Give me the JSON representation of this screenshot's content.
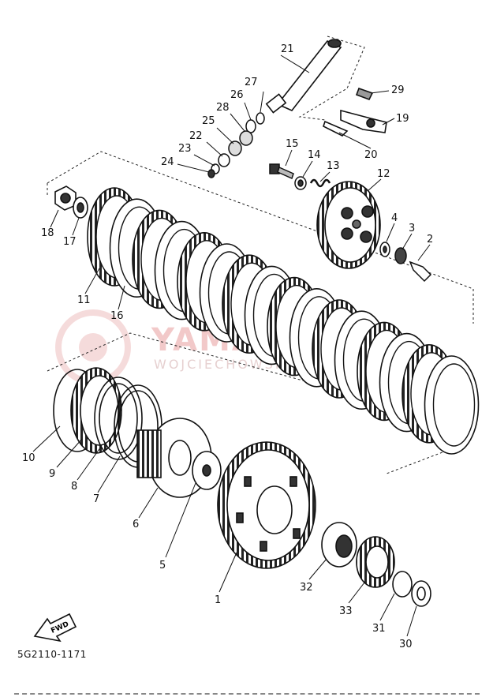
{
  "diagram": {
    "callouts": [
      {
        "id": "1",
        "label": "1"
      },
      {
        "id": "2",
        "label": "2"
      },
      {
        "id": "3",
        "label": "3"
      },
      {
        "id": "4",
        "label": "4"
      },
      {
        "id": "5",
        "label": "5"
      },
      {
        "id": "6",
        "label": "6"
      },
      {
        "id": "7",
        "label": "7"
      },
      {
        "id": "8",
        "label": "8"
      },
      {
        "id": "9",
        "label": "9"
      },
      {
        "id": "10",
        "label": "10"
      },
      {
        "id": "11",
        "label": "11"
      },
      {
        "id": "12",
        "label": "12"
      },
      {
        "id": "13",
        "label": "13"
      },
      {
        "id": "14",
        "label": "14"
      },
      {
        "id": "15",
        "label": "15"
      },
      {
        "id": "16",
        "label": "16"
      },
      {
        "id": "17",
        "label": "17"
      },
      {
        "id": "18",
        "label": "18"
      },
      {
        "id": "19",
        "label": "19"
      },
      {
        "id": "20",
        "label": "20"
      },
      {
        "id": "21",
        "label": "21"
      },
      {
        "id": "22",
        "label": "22"
      },
      {
        "id": "23",
        "label": "23"
      },
      {
        "id": "24",
        "label": "24"
      },
      {
        "id": "25",
        "label": "25"
      },
      {
        "id": "26",
        "label": "26"
      },
      {
        "id": "27",
        "label": "27"
      },
      {
        "id": "28",
        "label": "28"
      },
      {
        "id": "29",
        "label": "29"
      },
      {
        "id": "30",
        "label": "30"
      },
      {
        "id": "31",
        "label": "31"
      },
      {
        "id": "32",
        "label": "32"
      },
      {
        "id": "33",
        "label": "33"
      }
    ],
    "front_arrow_label": "FWD",
    "diagram_code": "5G2110-1171",
    "watermark": {
      "logo": "YAMAHA.PL",
      "subtitle": "WOJCIECHOWSKI"
    }
  }
}
